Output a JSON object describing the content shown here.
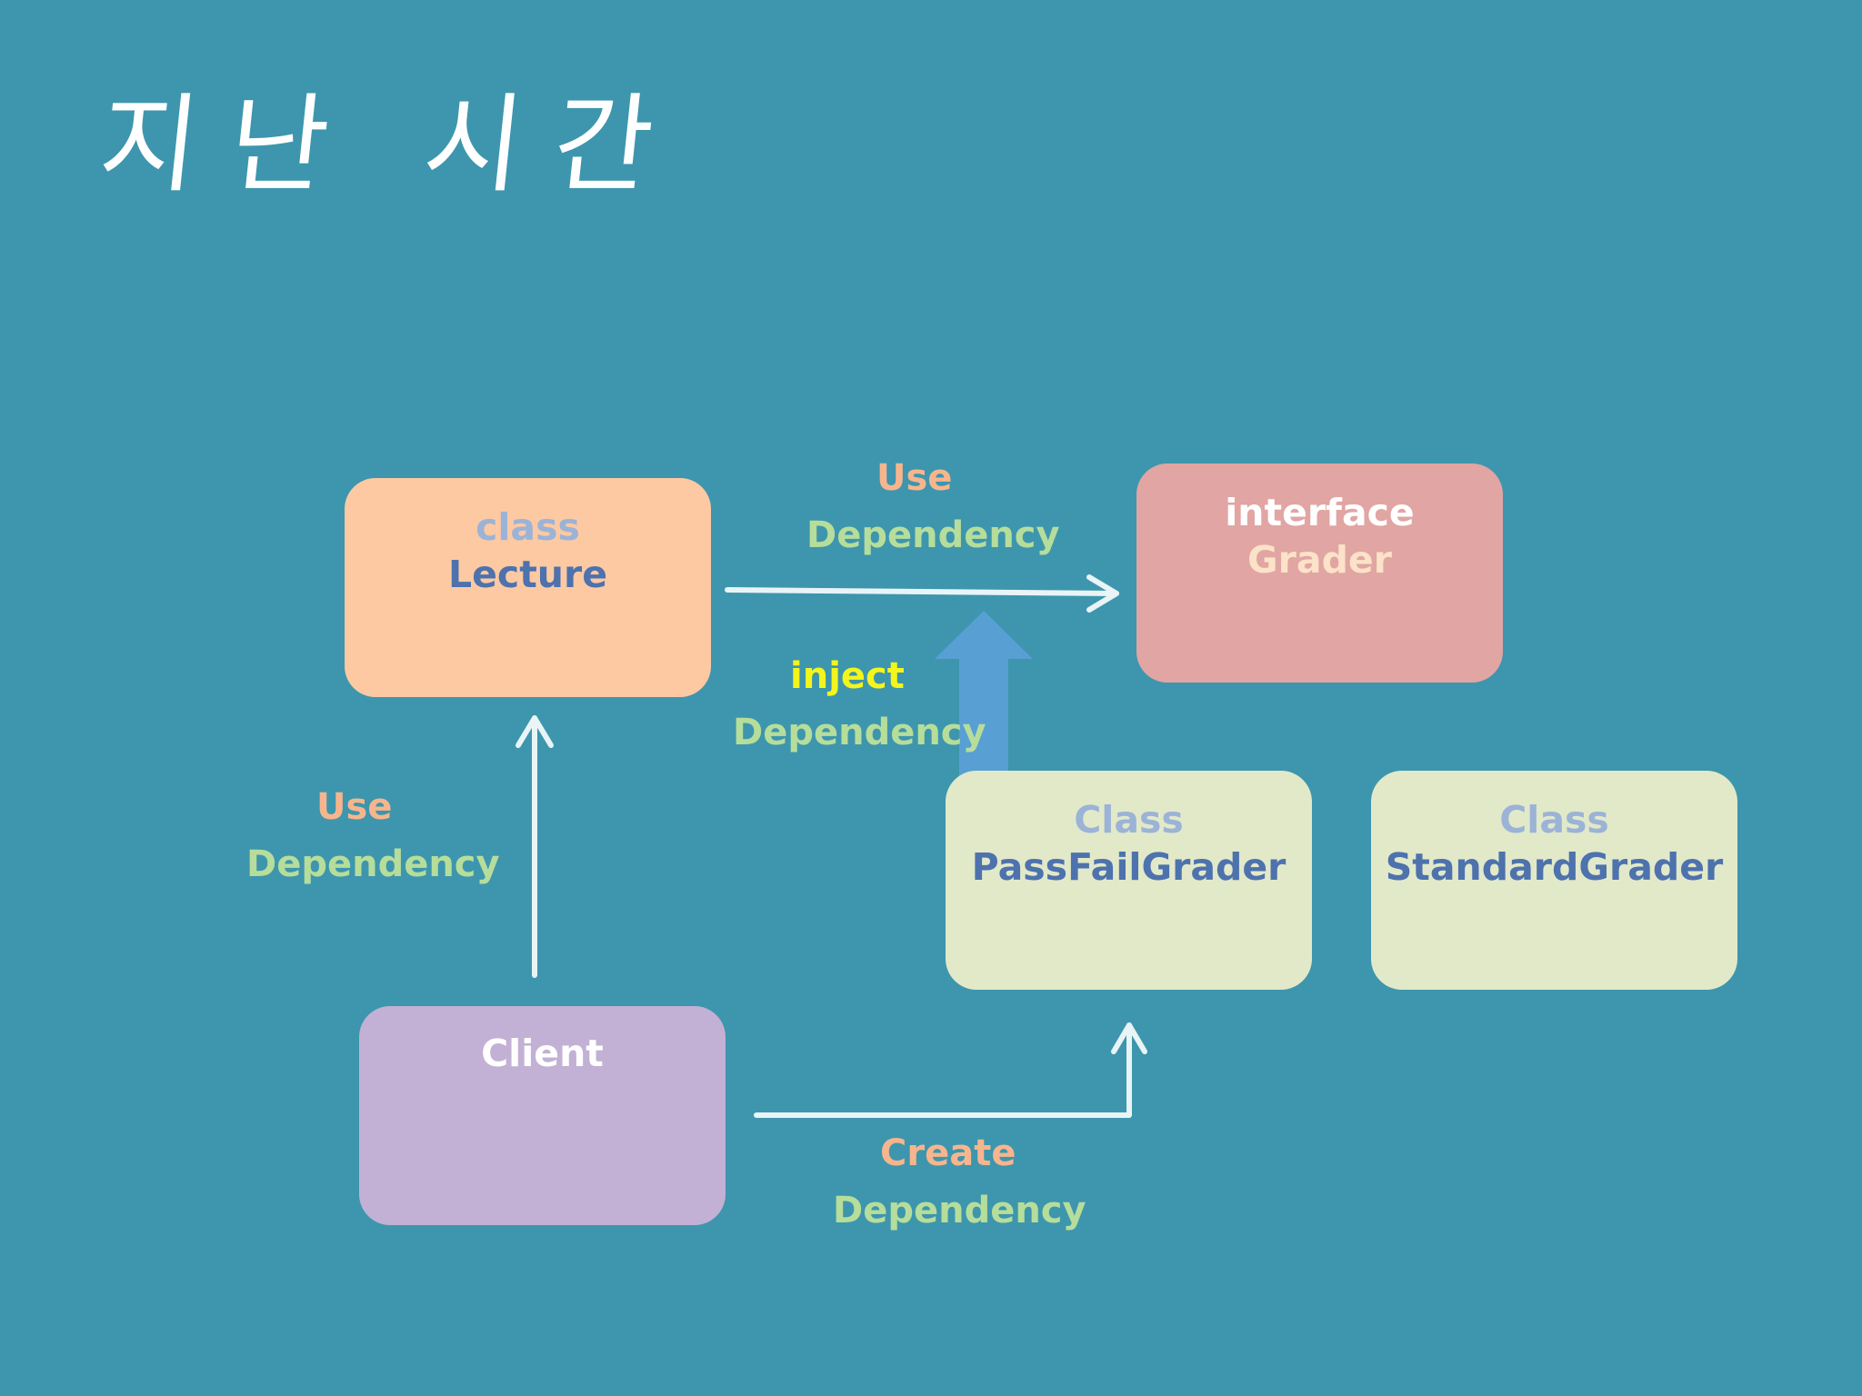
{
  "title": "지난 시간",
  "nodes": {
    "lecture": {
      "keyword": "class",
      "name": "Lecture"
    },
    "grader": {
      "keyword": "interface",
      "name": "Grader"
    },
    "passfail": {
      "keyword": "Class",
      "name": "PassFailGrader"
    },
    "standard": {
      "keyword": "Class",
      "name": "StandardGrader"
    },
    "client": {
      "name": "Client"
    }
  },
  "edges": {
    "lecture_to_grader": {
      "kind": "Use",
      "type": "Dependency"
    },
    "injection": {
      "kind": "inject",
      "type": "Dependency"
    },
    "client_to_lecture": {
      "kind": "Use",
      "type": "Dependency"
    },
    "client_to_passfail": {
      "kind": "Create",
      "type": "Dependency"
    }
  }
}
